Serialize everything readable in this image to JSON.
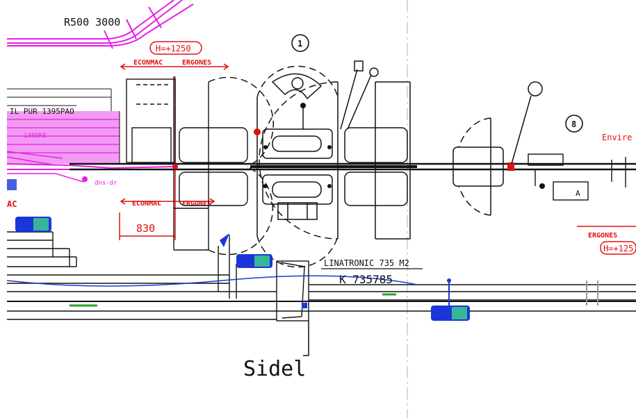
{
  "colors": {
    "black": "#111111",
    "magenta": "#e81ce8",
    "red": "#e01010",
    "blue": "#1a36d8",
    "green": "#28a028",
    "grey": "#9a9a9a"
  },
  "labels": {
    "radius": "R500 3000",
    "height_top": "H=+1250",
    "econmac_top_left": "ECONMAC",
    "econmac_top_right": "ERGONES",
    "econmac_bottom_left": "ECONMAC",
    "econmac_bottom_right": "ERGONES",
    "dimension": "830",
    "machine_name": "LINATRONIC 735 M2",
    "machine_code": "K 735785",
    "supplier": "Sidel",
    "left_label": "IL PUR 1395PAO",
    "left_inner": "1395RE",
    "side_note": "dns-dr",
    "left_edge": "AC",
    "right_top": "Envire",
    "right_bottom": "ERGONES",
    "right_height": "H=+125",
    "circle_1": "1",
    "circle_2": "8",
    "box_letter": "A"
  }
}
